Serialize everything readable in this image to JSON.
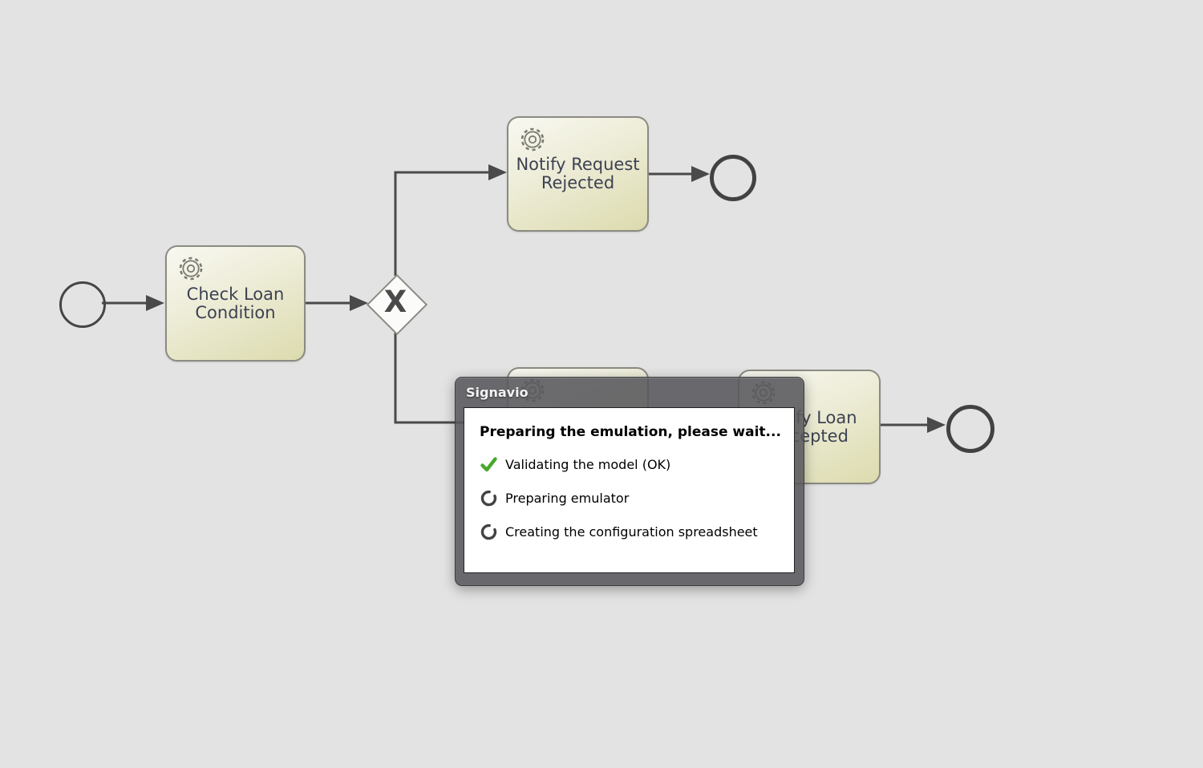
{
  "diagram": {
    "tasks": [
      {
        "line1": "Check Loan",
        "line2": "Condition",
        "icon": "gear-icon"
      },
      {
        "line1": "Notify Request",
        "line2": "Rejected",
        "icon": "gear-icon"
      },
      {
        "line1": "",
        "line2": "",
        "icon": "gear-icon"
      },
      {
        "line1": "Notify Loan",
        "line2": "Accepted",
        "icon": "gear-icon"
      }
    ],
    "gateway": {
      "label": "X",
      "type": "exclusive-xor"
    },
    "events": {
      "start": "start-event",
      "end_top": "end-event",
      "end_right": "end-event"
    }
  },
  "dialog": {
    "title": "Signavio",
    "heading": "Preparing the emulation, please wait...",
    "steps": [
      {
        "icon": "check-icon",
        "label": "Validating the model (OK)"
      },
      {
        "icon": "spinner-icon",
        "label": "Preparing emulator"
      },
      {
        "icon": "spinner-icon",
        "label": "Creating the configuration spreadsheet"
      }
    ]
  },
  "colors": {
    "canvas_bg": "#e3e3e3",
    "task_fill_top": "#f8f8f1",
    "task_fill_bottom": "#dcdbae",
    "task_border": "#8b8b83",
    "task_text": "#3d4253",
    "flow_line": "#4a4a4a",
    "dialog_frame": "#58585c",
    "dialog_title_text": "#f3f3f3",
    "check_green": "#47a82d",
    "spinner_gray": "#434343"
  }
}
